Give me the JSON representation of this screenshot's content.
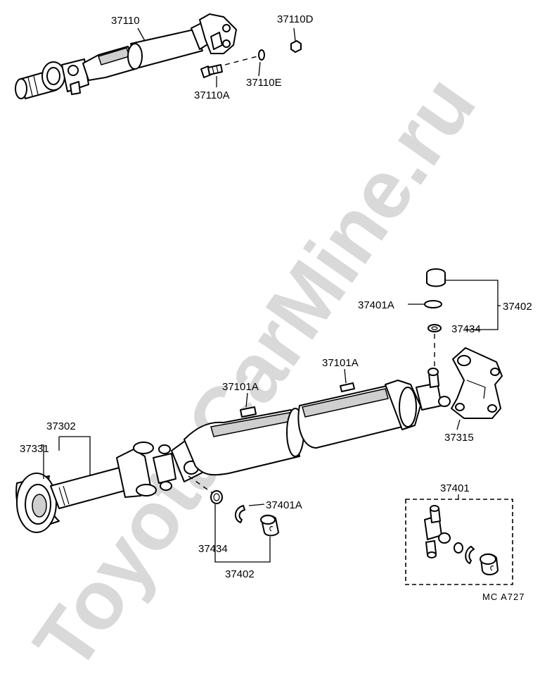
{
  "watermark": "ToyotaCarMine.ru",
  "labels": {
    "p37110": "37110",
    "p37110D": "37110D",
    "p37110E": "37110E",
    "p37110A": "37110A",
    "p37401A_top": "37401A",
    "p37402_top": "37402",
    "p37434_top": "37434",
    "p37101A_right": "37101A",
    "p37101A_left": "37101A",
    "p37302": "37302",
    "p37331": "37331",
    "p37315": "37315",
    "p37401A_bottom": "37401A",
    "p37434_bottom": "37434",
    "p37402_bottom": "37402",
    "p37401": "37401"
  },
  "code": "MC  A727"
}
